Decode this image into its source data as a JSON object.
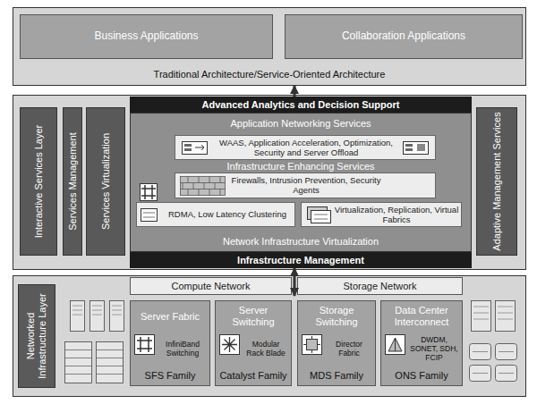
{
  "diagram": {
    "nodes": [
      {
        "text": [
          "Traditional Architecture/Service-Oriented Architecture"
        ]
      },
      {
        "text": [
          "Business Applications"
        ],
        "in": 0
      },
      {
        "text": [
          "Collaboration Applications"
        ],
        "in": 0
      },
      {
        "text": [
          "Interactive Services Layer"
        ]
      },
      {
        "text": [
          "Services Management"
        ]
      },
      {
        "text": [
          "Services Virtualization"
        ]
      },
      {
        "text": [
          "Advanced Analytics and Decision Support"
        ]
      },
      {
        "text": [
          "Application Networking Services",
          "Infrastructure Enhancing Services",
          "Network Infrastructure Virtualization"
        ]
      },
      {
        "text": [
          "WAAS, Application Acceleration, Optimization, Security and Server Offload"
        ],
        "in": 7
      },
      {
        "text": [
          "Firewalls, Intrusion Prevention, Security Agents"
        ],
        "in": 7
      },
      {
        "text": [
          "RDMA, Low Latency Clustering"
        ],
        "in": 7
      },
      {
        "text": [
          "Virtualization, Replication, Virtual Fabrics"
        ],
        "in": 7
      },
      {
        "text": [
          "Infrastructure Management"
        ]
      },
      {
        "text": [
          "Adaptive Management Services"
        ]
      },
      {
        "text": [
          "Networked Infrastructure Layer"
        ]
      },
      {
        "text": [
          "Compute Network"
        ],
        "in": 14
      },
      {
        "text": [
          "Storage Network"
        ],
        "in": 14
      },
      {
        "text": [
          "Server Fabric",
          "InfiniBand Switching",
          "SFS Family"
        ],
        "in": 14
      },
      {
        "text": [
          "Server Switching",
          "Modular Rack Blade",
          "Catalyst Family"
        ],
        "in": 14
      },
      {
        "text": [
          "Storage Switching",
          "Director Fabric",
          "MDS Family"
        ],
        "in": 14
      },
      {
        "text": [
          "Data Center Interconnect",
          "DWDM, SONET, SDH, FCIP",
          "ONS Family"
        ],
        "in": 14
      }
    ],
    "edges": [
      {
        "from": 6,
        "to": 0,
        "arrow": "to"
      },
      {
        "from": 12,
        "to": 14,
        "arrow": "both"
      }
    ]
  }
}
